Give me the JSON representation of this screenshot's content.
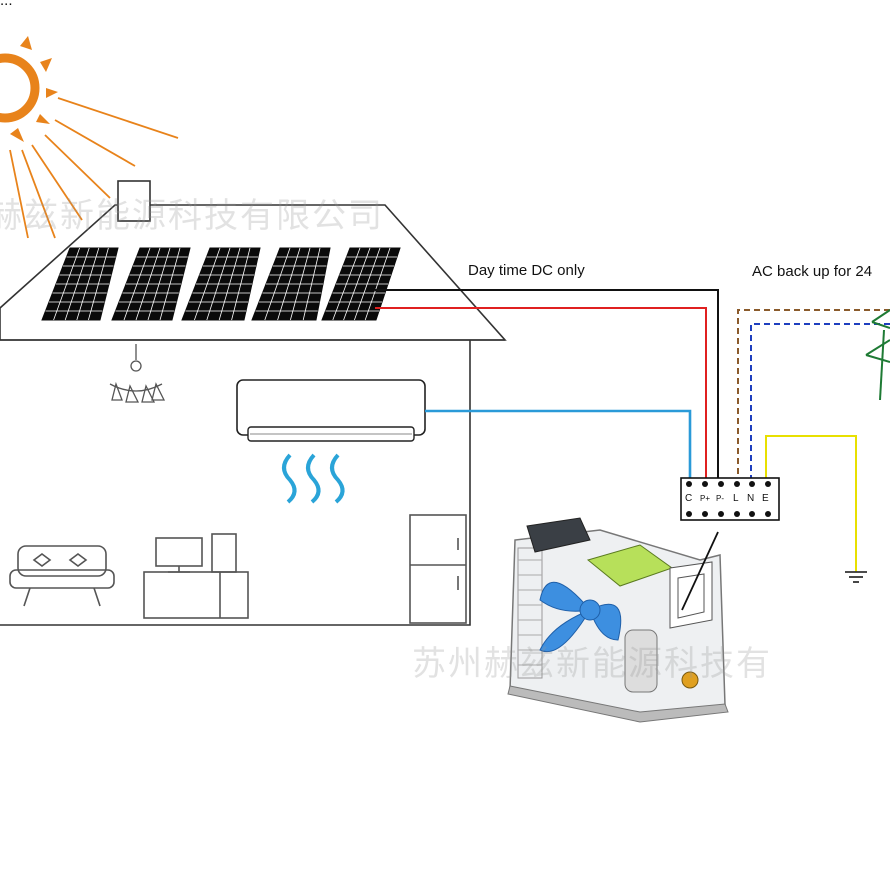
{
  "header_text": "...",
  "labels": {
    "day_dc": "Day time DC only",
    "ac_backup": "AC back up for 24"
  },
  "terminals": [
    "C",
    "P+",
    "P-",
    "L",
    "N",
    "E"
  ],
  "watermarks": {
    "top": "赫兹新能源科技有限公司",
    "bottom": "苏州赫兹新能源科技有"
  },
  "colors": {
    "sun": "#e8831b",
    "dc_positive": "#e02020",
    "dc_negative": "#111111",
    "ac_line": "#8a5a2b",
    "ac_neutral": "#1f3fbf",
    "ground": "#e8e000",
    "refrigerant_pipe": "#2a9ad8",
    "fan_blue": "#3d8fe0",
    "pcb_green": "#b7e05a"
  }
}
